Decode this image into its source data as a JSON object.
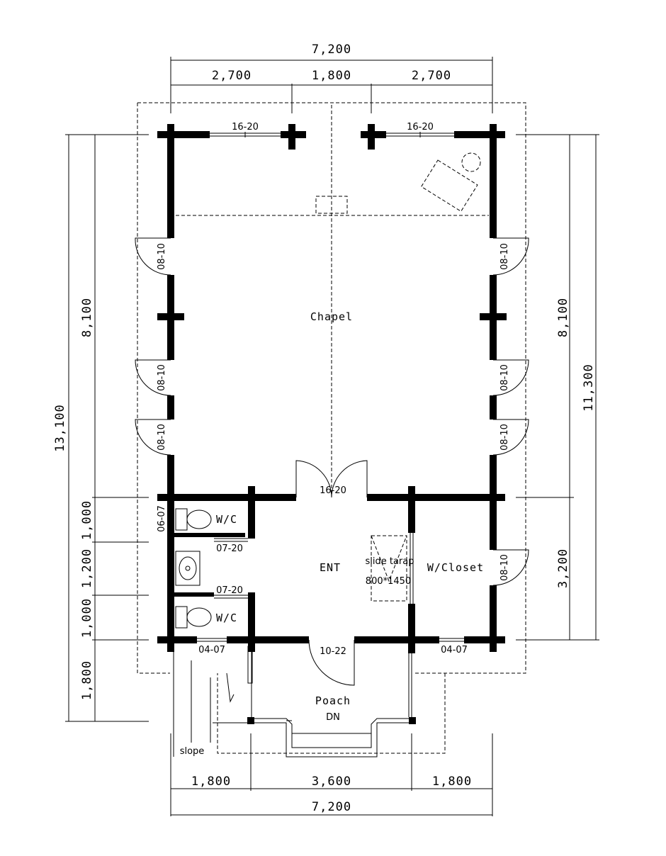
{
  "dimensions": {
    "top_total": "7,200",
    "top_segments": [
      "2,700",
      "1,800",
      "2,700"
    ],
    "bottom_total": "7,200",
    "bottom_segments": [
      "1,800",
      "3,600",
      "1,800"
    ],
    "left_total": "13,100",
    "left_upper": "8,100",
    "left_segments": [
      "1,000",
      "1,200",
      "1,000",
      "1,800"
    ],
    "right_upper": "8,100",
    "right_total": "11,300",
    "right_lower": "3,200"
  },
  "rooms": {
    "chapel": "Chapel",
    "entrance": "ENT",
    "wc_top": "W/C",
    "wc_bottom": "W/C",
    "closet": "W/Closet",
    "porch": "Poach",
    "porch_down": "DN",
    "slope": "slope",
    "slide_label": "slide tarap",
    "slide_size": "800*1450"
  },
  "openings": {
    "north_window_left": "16-20",
    "north_window_right": "16-20",
    "west_door_1": "08-10",
    "west_door_2": "08-10",
    "west_door_3": "08-10",
    "east_door_1": "08-10",
    "east_door_2": "08-10",
    "east_door_3": "08-10",
    "east_door_closet": "08-10",
    "chapel_double_door": "16-20",
    "wc_window": "06-07",
    "wc_door_top": "07-20",
    "wc_door_bottom": "07-20",
    "south_window_left": "04-07",
    "south_window_right": "04-07",
    "entrance_door": "10-22"
  }
}
